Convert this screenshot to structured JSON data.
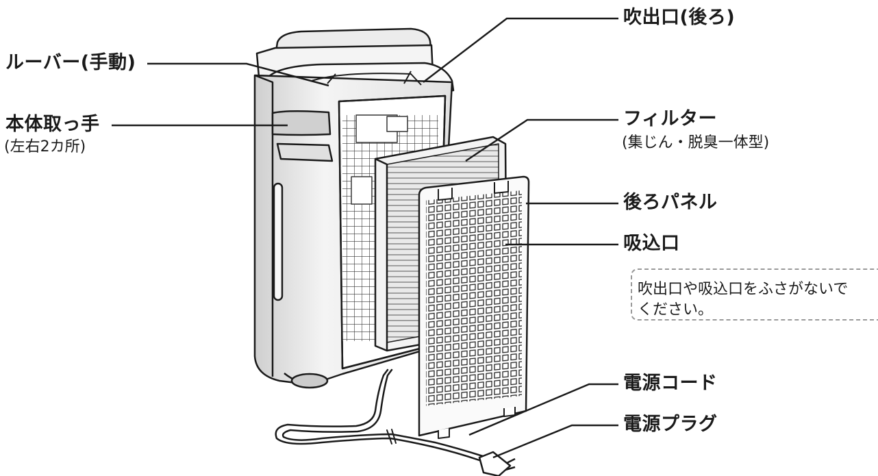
{
  "labels": {
    "louver": "ルーバー(手動)",
    "handle": "本体取っ手",
    "handle_sub": "(左右2カ所)",
    "outlet_back": "吹出口(後ろ)",
    "filter": "フィルター",
    "filter_sub": "(集じん・脱臭一体型)",
    "back_panel": "後ろパネル",
    "inlet": "吸込口",
    "power_cord": "電源コード",
    "power_plug": "電源プラグ"
  },
  "note": {
    "line1": "吹出口や吸込口をふさがないで",
    "line2": "ください。"
  },
  "colors": {
    "line": "#1a1a1a",
    "body_fill": "#f2f2f2",
    "shade": "#d6d6d6",
    "note_border": "#999999"
  }
}
